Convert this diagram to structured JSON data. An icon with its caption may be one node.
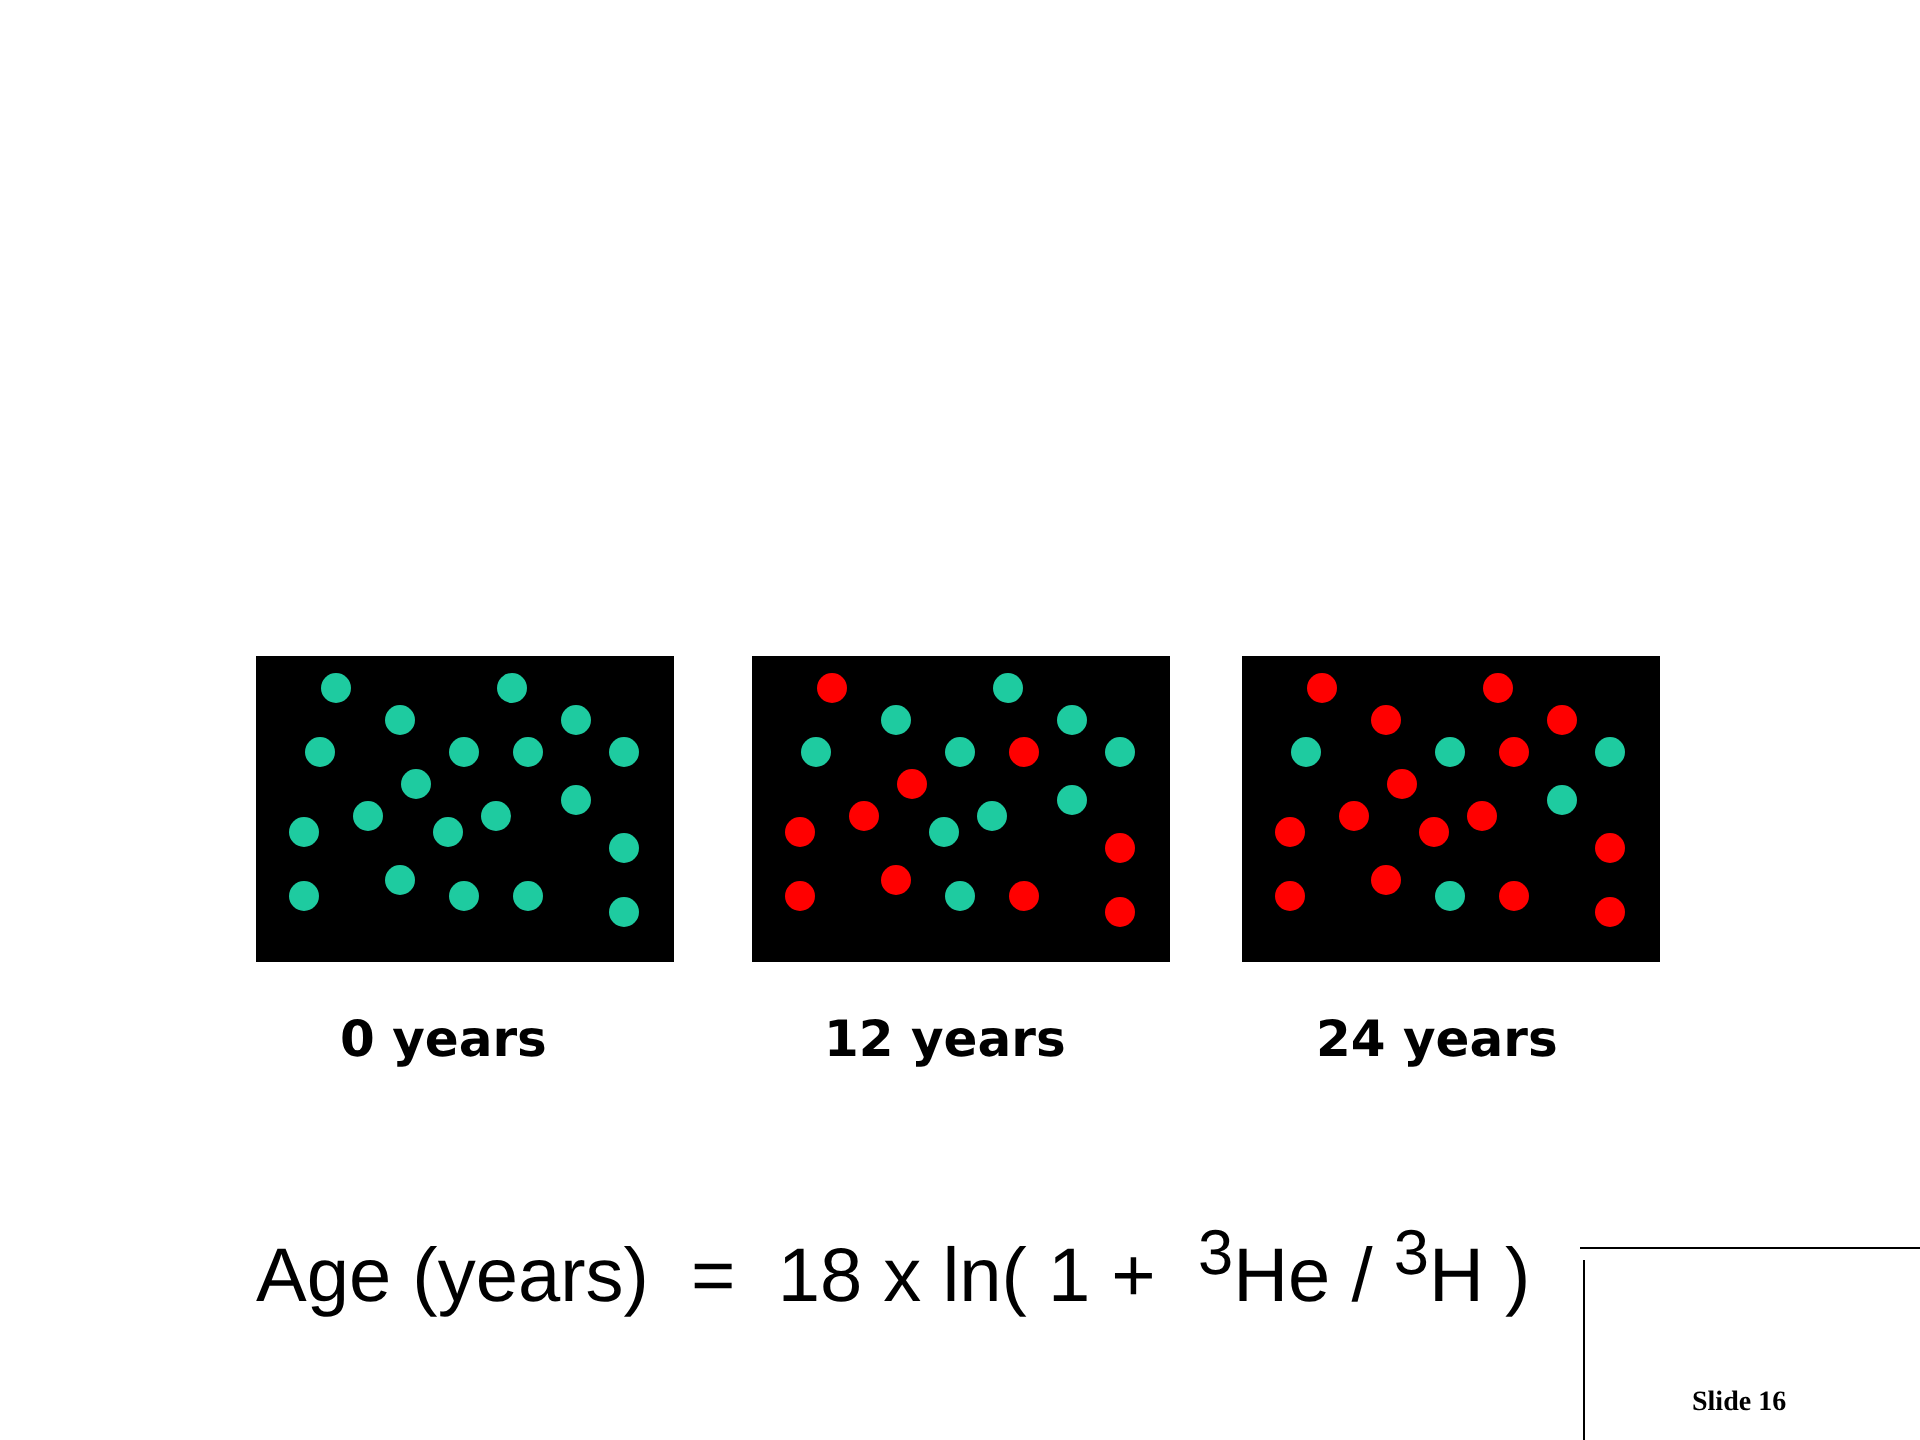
{
  "diagram": {
    "labels": [
      "0 years",
      "12 years",
      "24 years",
      "Age (years)  =  18 x ln( 1 +  $^{3}$He / $^{3}$H )",
      "Slide 16"
    ]
  }
}
